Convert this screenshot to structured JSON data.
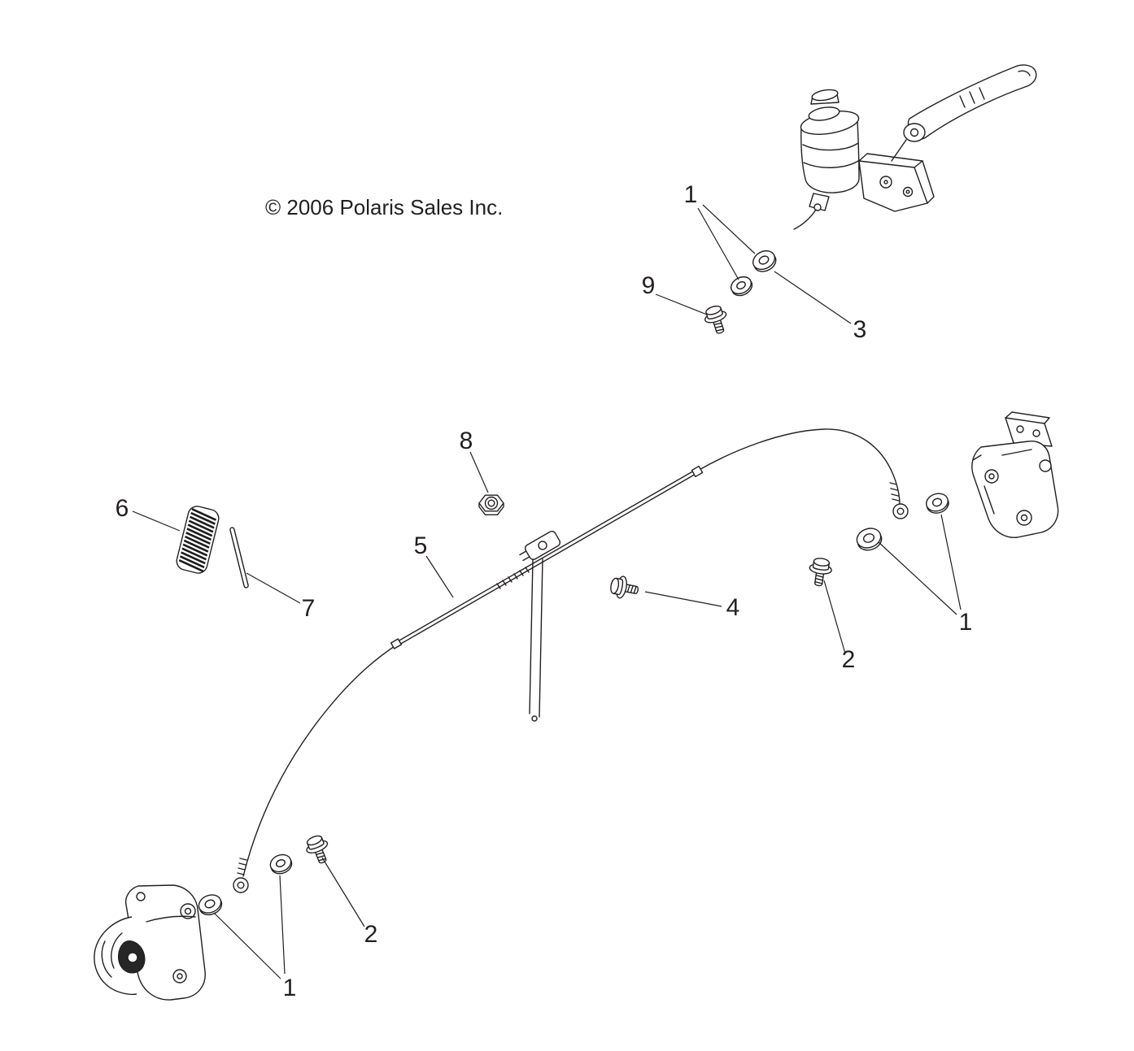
{
  "copyright": "© 2006 Polaris Sales Inc.",
  "colors": {
    "ink": "#231f20",
    "background": "#ffffff"
  },
  "callouts": [
    {
      "label": "1"
    },
    {
      "label": "9"
    },
    {
      "label": "3"
    },
    {
      "label": "8"
    },
    {
      "label": "6"
    },
    {
      "label": "5"
    },
    {
      "label": "7"
    },
    {
      "label": "4"
    },
    {
      "label": "2"
    },
    {
      "label": "1"
    },
    {
      "label": "2"
    },
    {
      "label": "1"
    }
  ]
}
